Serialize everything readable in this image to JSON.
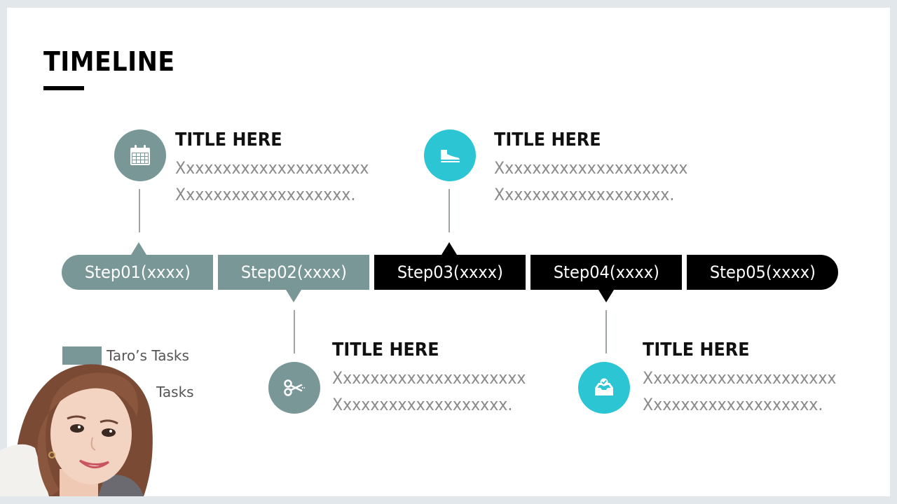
{
  "slide": {
    "title": "TIMELINE"
  },
  "colors": {
    "teal": "#7a9797",
    "cyan": "#2cc5d4",
    "black": "#000000",
    "gray_text": "#8a8a8a"
  },
  "cards": [
    {
      "icon": "calendar-icon",
      "color": "teal",
      "title": "TITLE HERE",
      "line1": "Xxxxxxxxxxxxxxxxxxxxx",
      "line2": "Xxxxxxxxxxxxxxxxxxx."
    },
    {
      "icon": "scissors-icon",
      "color": "teal",
      "title": "TITLE HERE",
      "line1": "Xxxxxxxxxxxxxxxxxxxxx",
      "line2": "Xxxxxxxxxxxxxxxxxxx."
    },
    {
      "icon": "sneaker-icon",
      "color": "cyan",
      "title": "TITLE HERE",
      "line1": "Xxxxxxxxxxxxxxxxxxxxx",
      "line2": "Xxxxxxxxxxxxxxxxxxx."
    },
    {
      "icon": "inbox-check-icon",
      "color": "cyan",
      "title": "TITLE HERE",
      "line1": "Xxxxxxxxxxxxxxxxxxxxx",
      "line2": "Xxxxxxxxxxxxxxxxxxx."
    }
  ],
  "steps": [
    {
      "label": "Step01(xxxx)",
      "color": "teal"
    },
    {
      "label": "Step02(xxxx)",
      "color": "teal"
    },
    {
      "label": "Step03(xxxx)",
      "color": "black"
    },
    {
      "label": "Step04(xxxx)",
      "color": "black"
    },
    {
      "label": "Step05(xxxx)",
      "color": "black"
    }
  ],
  "legend": [
    {
      "label": "Taro’s Tasks",
      "color": "teal"
    },
    {
      "label": "Tasks",
      "color": "cyan"
    }
  ],
  "presenter": {
    "icon": "presenter-photo"
  }
}
